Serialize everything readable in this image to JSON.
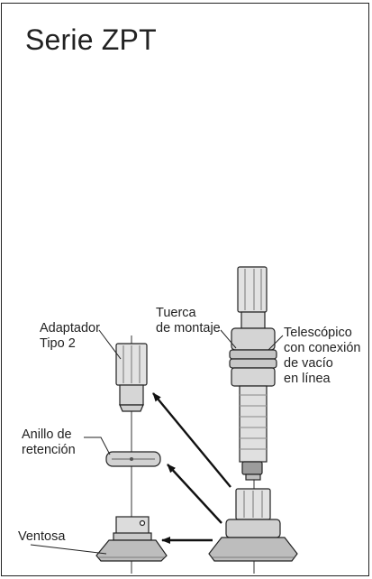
{
  "title": "Serie ZPT",
  "labels": {
    "adaptador": [
      "Adaptador",
      "Tipo 2"
    ],
    "tuerca": [
      "Tuerca",
      "de montaje"
    ],
    "telescopico": [
      "Telescópico",
      "con conexión",
      "de vacío",
      "en línea"
    ],
    "anillo": [
      "Anillo de",
      "retención"
    ],
    "ventosa": "Ventosa"
  }
}
